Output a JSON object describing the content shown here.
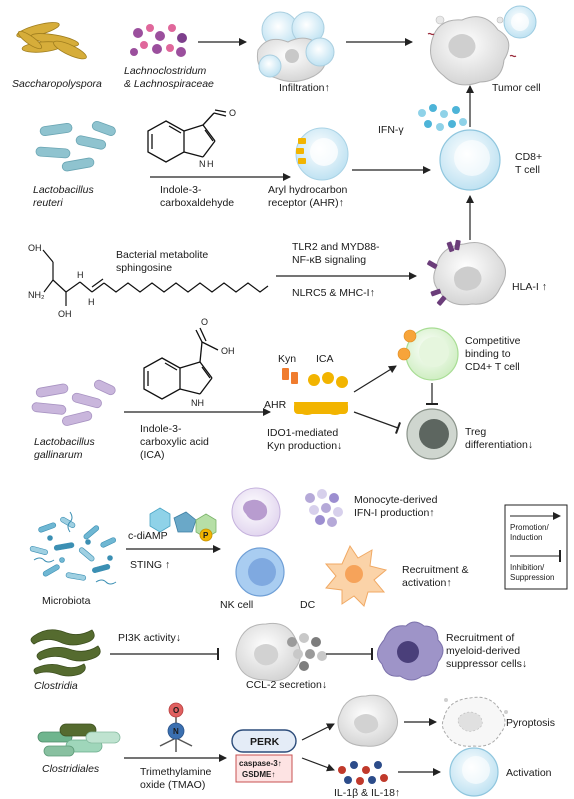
{
  "row1": {
    "microbe1": "Saccharopolyspora",
    "microbe2_line1": "Lachnoclostridum",
    "microbe2_line2": "& Lachnospiraceae",
    "infiltration": "Infiltration↑",
    "tumor_cell": "Tumor cell"
  },
  "row2": {
    "microbe_line1": "Lactobacillus",
    "microbe_line2": "reuteri",
    "metabolite_line1": "Indole-3-",
    "metabolite_line2": "carboxaldehyde",
    "receptor_line1": "Aryl hydrocarbon",
    "receptor_line2": "receptor (AHR)↑",
    "ifn": "IFN-γ",
    "cd8_line1": "CD8+",
    "cd8_line2": "T cell",
    "atom_o": "O",
    "atom_nh": "N",
    "atom_h": "H"
  },
  "row3": {
    "metabolite_line1": "Bacterial metabolite",
    "metabolite_line2": "sphingosine",
    "signal_line1": "TLR2 and MYD88-",
    "signal_line2": "NF-κB signaling",
    "signal_line3": "NLRC5 & MHC-I↑",
    "hla": "HLA-I ↑",
    "atom_oh1": "OH",
    "atom_nh2": "NH₂",
    "atom_oh2": "OH",
    "atom_h1": "H",
    "atom_h2": "H"
  },
  "row4": {
    "microbe_line1": "Lactobacillus",
    "microbe_line2": "gallinarum",
    "metabolite_line1": "Indole-3-",
    "metabolite_line2": "carboxylic acid",
    "metabolite_line3": "(ICA)",
    "kyn": "Kyn",
    "ica": "ICA",
    "ahr": "AHR",
    "ido_line1": "IDO1-mediated",
    "ido_line2": "Kyn production↓",
    "comp_line1": "Competitive",
    "comp_line2": "binding to",
    "comp_line3": "CD4+ T cell",
    "treg_line1": "Treg",
    "treg_line2": "differentiation↓",
    "atom_o": "O",
    "atom_oh": "OH",
    "atom_nh": "NH"
  },
  "row5": {
    "microbe": "Microbiota",
    "cdiamp": "c-diAMP",
    "sting": "STING ↑",
    "p": "P",
    "mono_line1": "Monocyte-derived",
    "mono_line2": "IFN-I production↑",
    "nk": "NK cell",
    "dc": "DC",
    "recruit_line1": "Recruitment &",
    "recruit_line2": "activation↑"
  },
  "legend": {
    "promotion_line1": "Promotion/",
    "promotion_line2": "Induction",
    "inhibition_line1": "Inhibition/",
    "inhibition_line2": "Suppression"
  },
  "row6": {
    "microbe": "Clostridia",
    "pi3k": "PI3K activity↓",
    "ccl2": "CCL-2 secretion↓",
    "mdsc_line1": "Recruitment of",
    "mdsc_line2": "myeloid-derived",
    "mdsc_line3": "suppressor cells↓"
  },
  "row7": {
    "microbe": "Clostridiales",
    "tmao_line1": "Trimethylamine",
    "tmao_line2": "oxide (TMAO)",
    "perk": "PERK",
    "caspase": "caspase-3↑",
    "gsdme": "GSDME↑",
    "il": "IL-1β & IL-18↑",
    "pyroptosis": "Pyroptosis",
    "activation": "Activation",
    "atom_o": "O",
    "atom_n": "N"
  },
  "colors": {
    "gold": "#d6ad3a",
    "purple_bead": "#9b4f9d",
    "teal_rod": "#8fc3cf",
    "lilac_rod": "#c9b6dc",
    "dark_green": "#556b2f",
    "cd8_blue": "#d9eef7",
    "ahr_yellow": "#f2b400",
    "kyn_orange": "#f07c2e"
  }
}
